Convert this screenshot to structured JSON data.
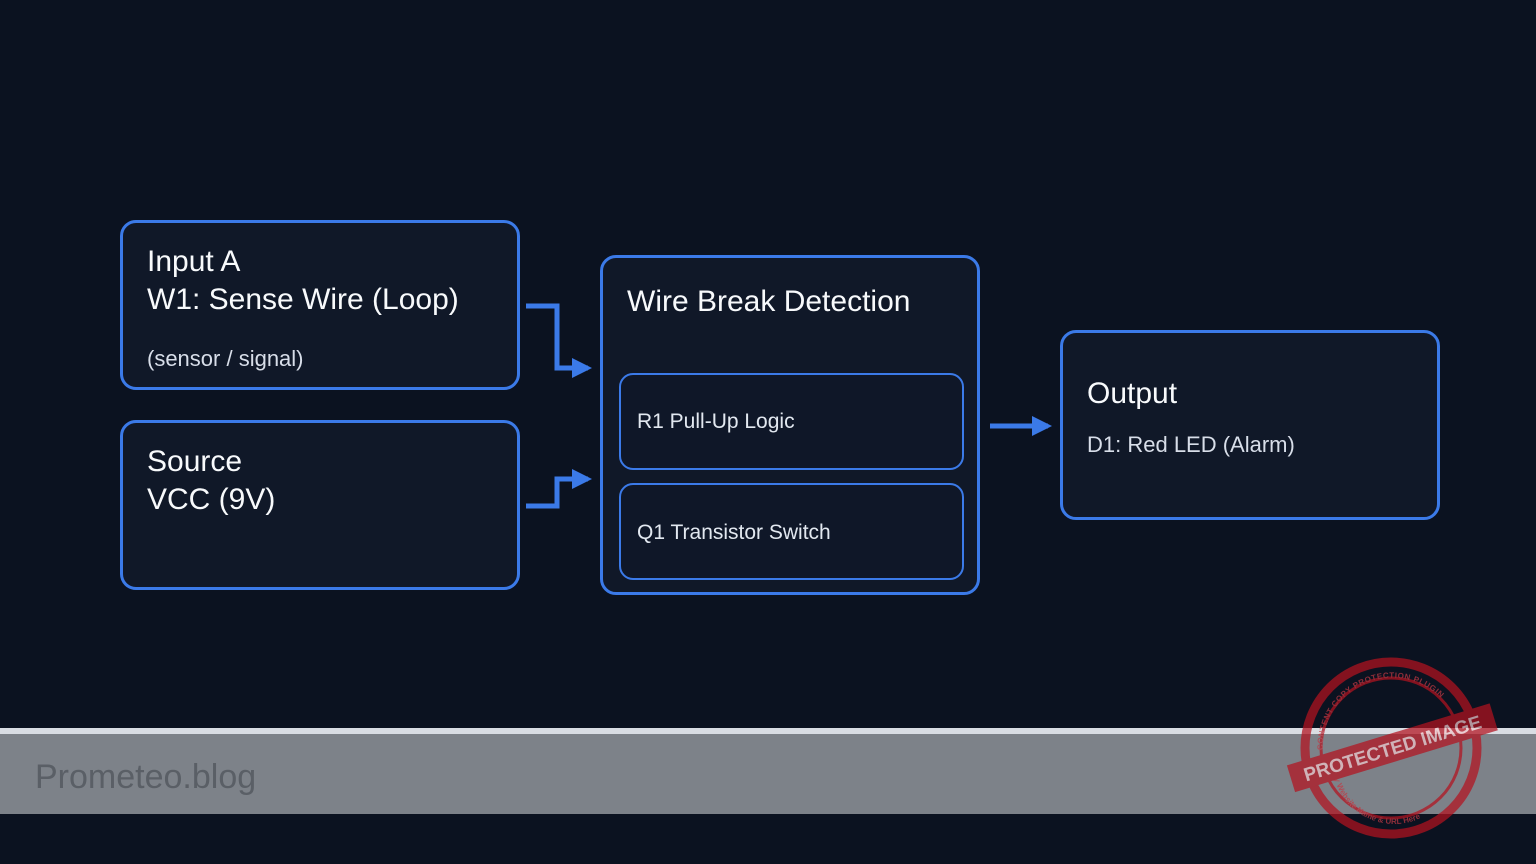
{
  "input_box": {
    "title": "Input A",
    "subtitle": "W1: Sense Wire (Loop)",
    "note": "(sensor / signal)"
  },
  "source_box": {
    "title": "Source",
    "subtitle": "VCC (9V)"
  },
  "detection_box": {
    "title": "Wire Break Detection",
    "stage1": "R1 Pull-Up Logic",
    "stage2": "Q1 Transistor Switch"
  },
  "output_box": {
    "title": "Output",
    "detail": "D1: Red LED (Alarm)"
  },
  "footer": {
    "brand": "Prometeo.blog"
  },
  "watermark": {
    "main": "PROTECTED IMAGE",
    "top_arc": "CONTENT COPY PROTECTION PLUGIN",
    "bottom_arc": "My Website Name & URL Here"
  },
  "colors": {
    "background": "#0b1220",
    "box_fill": "#101828",
    "accent": "#3b7ae8",
    "footer_bar": "#7d8289",
    "stamp_red": "#b3121f"
  }
}
